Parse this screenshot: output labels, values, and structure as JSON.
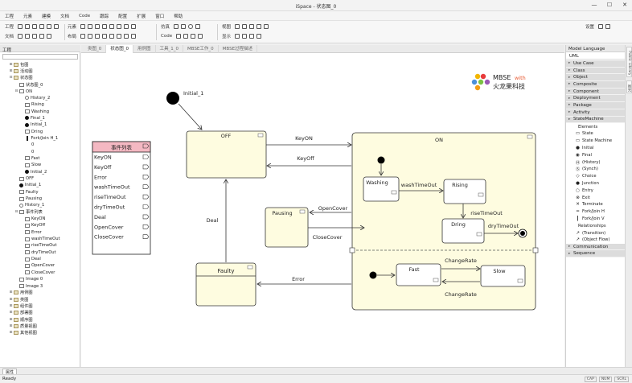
{
  "window": {
    "title": "iSpace - 状态图_0",
    "controls": [
      "—",
      "☐",
      "✕"
    ]
  },
  "menu": [
    "工程",
    "元素",
    "建模",
    "文档",
    "Code",
    "跟踪",
    "配置",
    "扩展",
    "窗口",
    "帮助"
  ],
  "ribbon": {
    "g1": {
      "row1": "工程",
      "row2": "文档"
    },
    "g2": {
      "row1": "元素",
      "row2": "布局"
    },
    "g3": {
      "row1": "仿真",
      "row2": "Code"
    },
    "g4": {
      "row1": "视图",
      "row2": "显示"
    },
    "right": "设置"
  },
  "left_panel": {
    "title": "工程",
    "tree": [
      {
        "indent": 1,
        "exp": "⊞",
        "icon": "fold",
        "label": "包图"
      },
      {
        "indent": 1,
        "exp": "⊞",
        "icon": "fold",
        "label": "活动图"
      },
      {
        "indent": 1,
        "exp": "⊟",
        "icon": "fold",
        "label": "状态图"
      },
      {
        "indent": 2,
        "exp": "",
        "icon": "box",
        "label": "状态图_0"
      },
      {
        "indent": 2,
        "exp": "⊟",
        "icon": "box",
        "label": "ON"
      },
      {
        "indent": 3,
        "exp": "",
        "icon": "circ",
        "label": "History_2"
      },
      {
        "indent": 3,
        "exp": "",
        "icon": "box",
        "label": "Rising"
      },
      {
        "indent": 3,
        "exp": "",
        "icon": "box",
        "label": "Washing"
      },
      {
        "indent": 3,
        "exp": "",
        "icon": "dot",
        "label": "Final_1"
      },
      {
        "indent": 3,
        "exp": "",
        "icon": "dot",
        "label": "Initial_1"
      },
      {
        "indent": 3,
        "exp": "",
        "icon": "box",
        "label": "Dring"
      },
      {
        "indent": 3,
        "exp": "",
        "icon": "bar",
        "label": "Fork/Join H_1"
      },
      {
        "indent": 3,
        "exp": "",
        "icon": "none",
        "label": "0"
      },
      {
        "indent": 3,
        "exp": "",
        "icon": "none",
        "label": "0"
      },
      {
        "indent": 3,
        "exp": "",
        "icon": "box",
        "label": "Fast"
      },
      {
        "indent": 3,
        "exp": "",
        "icon": "box",
        "label": "Slow"
      },
      {
        "indent": 3,
        "exp": "",
        "icon": "dot",
        "label": "Initial_2"
      },
      {
        "indent": 2,
        "exp": "",
        "icon": "box",
        "label": "OFF"
      },
      {
        "indent": 2,
        "exp": "",
        "icon": "dot",
        "label": "Initial_1"
      },
      {
        "indent": 2,
        "exp": "",
        "icon": "box",
        "label": "Faulty"
      },
      {
        "indent": 2,
        "exp": "",
        "icon": "box",
        "label": "Pausing"
      },
      {
        "indent": 2,
        "exp": "",
        "icon": "circ",
        "label": "History_1"
      },
      {
        "indent": 2,
        "exp": "⊟",
        "icon": "box",
        "label": "事件列表"
      },
      {
        "indent": 3,
        "exp": "",
        "icon": "box",
        "label": "KeyON"
      },
      {
        "indent": 3,
        "exp": "",
        "icon": "box",
        "label": "KeyOff"
      },
      {
        "indent": 3,
        "exp": "",
        "icon": "box",
        "label": "Error"
      },
      {
        "indent": 3,
        "exp": "",
        "icon": "box",
        "label": "washTimeOut"
      },
      {
        "indent": 3,
        "exp": "",
        "icon": "box",
        "label": "riseTimeOut"
      },
      {
        "indent": 3,
        "exp": "",
        "icon": "box",
        "label": "dryTimeOut"
      },
      {
        "indent": 3,
        "exp": "",
        "icon": "box",
        "label": "Deal"
      },
      {
        "indent": 3,
        "exp": "",
        "icon": "box",
        "label": "OpenCover"
      },
      {
        "indent": 3,
        "exp": "",
        "icon": "box",
        "label": "CloseCover"
      },
      {
        "indent": 2,
        "exp": "",
        "icon": "box",
        "label": "Image 0"
      },
      {
        "indent": 2,
        "exp": "",
        "icon": "box",
        "label": "Image 3"
      },
      {
        "indent": 1,
        "exp": "⊞",
        "icon": "fold",
        "label": "用例图"
      },
      {
        "indent": 1,
        "exp": "⊞",
        "icon": "fold",
        "label": "类图"
      },
      {
        "indent": 1,
        "exp": "⊞",
        "icon": "fold",
        "label": "组件图"
      },
      {
        "indent": 1,
        "exp": "⊞",
        "icon": "fold",
        "label": "部署图"
      },
      {
        "indent": 1,
        "exp": "⊞",
        "icon": "fold",
        "label": "顺序图"
      },
      {
        "indent": 1,
        "exp": "⊞",
        "icon": "fold",
        "label": "质量视图"
      },
      {
        "indent": 1,
        "exp": "⊞",
        "icon": "fold",
        "label": "其他视图"
      }
    ]
  },
  "tabs": [
    {
      "label": "类图_0",
      "active": false
    },
    {
      "label": "状态图_0",
      "active": true
    },
    {
      "label": "用例图",
      "active": false
    },
    {
      "label": "工具_1_0",
      "active": false
    },
    {
      "label": "MBSE工作_0",
      "active": false
    },
    {
      "label": "MBSE过程描述",
      "active": false
    }
  ],
  "diagram": {
    "logo": {
      "brand": "MBSE",
      "brand2": "with",
      "company": "火龙果科技"
    },
    "initial_label": "Initial_1",
    "states": {
      "off": "OFF",
      "on": "ON",
      "pausing": "Pausing",
      "faulty": "Faulty",
      "washing": "Washing",
      "rising": "Rising",
      "dring": "Dring",
      "fast": "Fast",
      "slow": "Slow"
    },
    "history": "H",
    "event_list": {
      "title": "事件列表",
      "events": [
        "KeyON",
        "KeyOff",
        "Error",
        "washTimeOut",
        "riseTimeOut",
        "dryTimeOut",
        "Deal",
        "OpenCover",
        "CloseCover"
      ]
    },
    "transitions": {
      "key_on": "KeyON",
      "key_off": "KeyOff",
      "open_cover": "OpenCover",
      "close_cover": "CloseCover",
      "deal": "Deal",
      "error": "Error",
      "wash_timeout": "washTimeOut",
      "rise_timeout": "riseTimeOut",
      "dry_timeout": "dryTimeOut",
      "change_rate_1": "ChangeRate",
      "change_rate_2": "ChangeRate"
    }
  },
  "right_panel": {
    "title": "Model Language",
    "language": "UML",
    "categories_top": [
      "Use Case",
      "Class",
      "Object",
      "Composite",
      "Component",
      "Deployment",
      "Package",
      "Activity",
      "StateMachine"
    ],
    "elements_header": "Elements",
    "elements": [
      {
        "glyph": "▭",
        "label": "State"
      },
      {
        "glyph": "▭",
        "label": "State Machine"
      },
      {
        "glyph": "●",
        "label": "Initial"
      },
      {
        "glyph": "◉",
        "label": "Final"
      },
      {
        "glyph": "Ⓗ",
        "label": "(History)"
      },
      {
        "glyph": "Ⓢ",
        "label": "(Synch)"
      },
      {
        "glyph": "◇",
        "label": "Choice"
      },
      {
        "glyph": "●",
        "label": "Junction"
      },
      {
        "glyph": "○",
        "label": "Entry"
      },
      {
        "glyph": "⊗",
        "label": "Exit"
      },
      {
        "glyph": "✕",
        "label": "Terminate"
      },
      {
        "glyph": "━",
        "label": "Fork/Join H"
      },
      {
        "glyph": "┃",
        "label": "Fork/Join V"
      }
    ],
    "relationships_header": "Relationships",
    "relationships": [
      {
        "glyph": "↗",
        "label": "(Transition)"
      },
      {
        "glyph": "↗",
        "label": "(Object Flow)"
      }
    ],
    "categories_bottom": [
      "Communication",
      "Sequence"
    ]
  },
  "side_tabs": [
    "Public Library",
    "图元"
  ],
  "bottom_tab": "属性",
  "status": {
    "text": "Ready",
    "keys": [
      "CAP",
      "NUM",
      "SCRL"
    ]
  }
}
